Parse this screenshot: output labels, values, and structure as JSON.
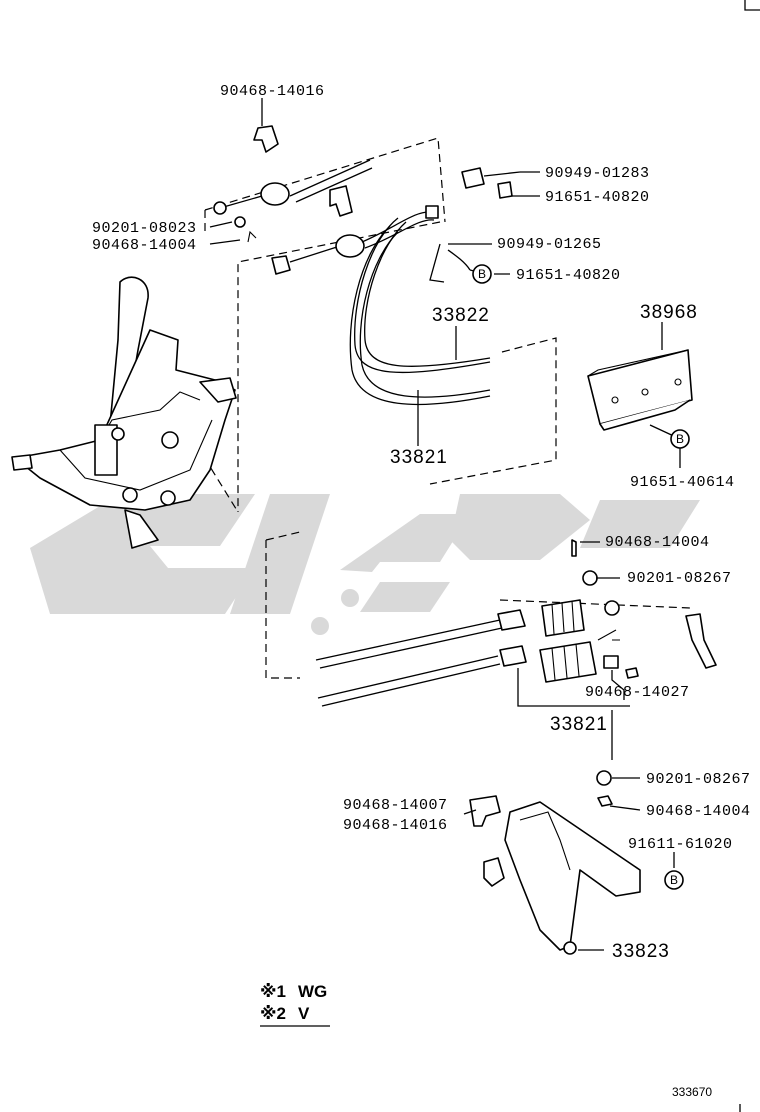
{
  "labels": {
    "l1": "90468-14016",
    "l2": "90949-01283",
    "l3": "91651-40820",
    "l4": "90201-08023",
    "l5": "90468-14004",
    "l6": "90949-01265",
    "l7": "91651-40820",
    "l8": "33822",
    "l9": "38968",
    "l10": "33821",
    "l11": "91651-40614",
    "l12": "90468-14004",
    "l13": "90201-08267",
    "l14": "90468-14027",
    "l15": "33821",
    "l16": "90201-08267",
    "l17": "90468-14004",
    "l18": "90468-14007",
    "l19": "90468-14016",
    "l20": "91611-61020",
    "l21": "33823"
  },
  "bolt_marker": "B",
  "legend": {
    "row1_symbol": "※1",
    "row1_text": "WG",
    "row2_symbol": "※2",
    "row2_text": "V"
  },
  "figure_number": "333670",
  "colors": {
    "line": "#000000",
    "watermark": "#d9d9d9",
    "background": "#ffffff"
  }
}
